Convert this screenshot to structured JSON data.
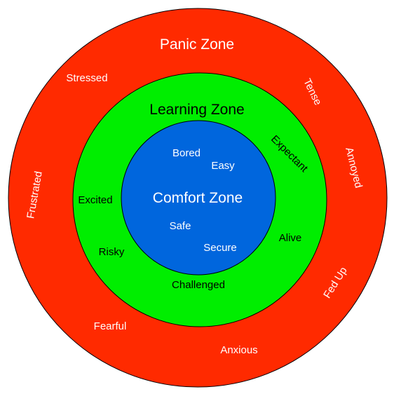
{
  "colors": {
    "outer": "#ff2a00",
    "middle": "#00ee00",
    "inner": "#0066dd",
    "stroke": "#000000",
    "light_text": "#ffffff",
    "dark_text": "#000000"
  },
  "zones": {
    "panic": {
      "title": "Panic Zone",
      "words": [
        "Stressed",
        "Tense",
        "Annoyed",
        "Frustrated",
        "Fed Up",
        "Fearful",
        "Anxious"
      ]
    },
    "learning": {
      "title": "Learning Zone",
      "words": [
        "Expectant",
        "Excited",
        "Alive",
        "Risky",
        "Challenged"
      ]
    },
    "comfort": {
      "title": "Comfort Zone",
      "words": [
        "Bored",
        "Easy",
        "Safe",
        "Secure"
      ]
    }
  }
}
